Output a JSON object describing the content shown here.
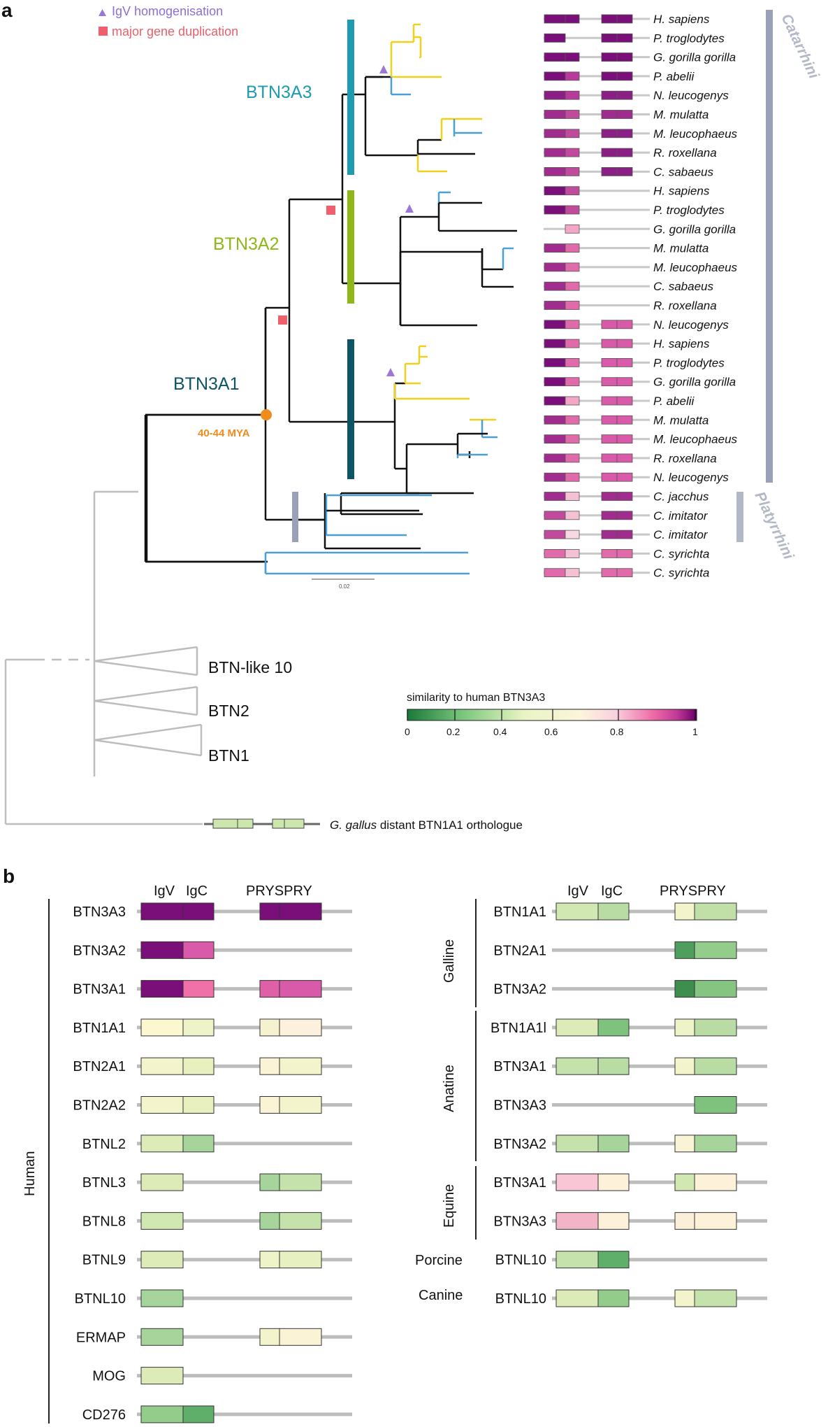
{
  "panel_a": {
    "label": "a",
    "legend": {
      "igv_homogenisation": "IgV homogenisation",
      "major_gene_duplication": "major gene duplication",
      "symbol_colors": {
        "triangle": "#9b77d8",
        "square": "#f0606c"
      }
    },
    "clade_labels": {
      "btn3a3": "BTN3A3",
      "btn3a2": "BTN3A2",
      "btn3a1": "BTN3A1"
    },
    "node_date": "40-44 MYA",
    "scale_bar": "0.02",
    "group_labels": {
      "catarrhini": "Catarrhini",
      "platyrrhini": "Platyrrhini"
    },
    "outgroups": {
      "btn_like_10": "BTN-like 10",
      "btn2": "BTN2",
      "btn1": "BTN1"
    },
    "chicken": {
      "species": "G. gallus",
      "text": "distant BTN1A1 orthologue"
    },
    "color_scale": {
      "title": "similarity to human BTN3A3",
      "ticks": [
        "0",
        "0.2",
        "0.4",
        "0.6",
        "0.8",
        "1"
      ],
      "stops": [
        "#1a7a3a",
        "#7fc97f",
        "#e8f4c4",
        "#fdf5dc",
        "#f9d0de",
        "#ee6aa7",
        "#c13b97",
        "#6b006b"
      ]
    },
    "species": [
      "H. sapiens",
      "P. troglodytes",
      "G. gorilla gorilla",
      "P. abelii",
      "N. leucogenys",
      "M. mulatta",
      "M. leucophaeus",
      "R. roxellana",
      "C. sabaeus",
      "H. sapiens",
      "P. troglodytes",
      "G. gorilla gorilla",
      "M. mulatta",
      "M. leucophaeus",
      "C. sabaeus",
      "R. roxellana",
      "N. leucogenys",
      "H. sapiens",
      "P. troglodytes",
      "G. gorilla gorilla",
      "P. abelii",
      "M. mulatta",
      "M. leucophaeus",
      "R. roxellana",
      "N. leucogenys",
      "C. jacchus",
      "C. imitator",
      "C. imitator",
      "C. syrichta",
      "C. syrichta"
    ],
    "domains": [
      [
        "#7a0f7a",
        "#7a0f7a",
        "#7a0f7a",
        "#7a0f7a"
      ],
      [
        "#7a0f7a",
        null,
        "#7a0f7a",
        "#7a0f7a"
      ],
      [
        "#7a0f7a",
        "#7a0f7a",
        "#7a0f7a",
        "#7a0f7a"
      ],
      [
        "#7a0f7a",
        "#b83a9a",
        "#7a0f7a",
        "#7a0f7a"
      ],
      [
        "#8a1f86",
        "#b83a9a",
        "#8a1f86",
        "#8a1f86"
      ],
      [
        "#a02d8e",
        "#c04a9c",
        "#a02d8e",
        "#a02d8e"
      ],
      [
        "#a02d8e",
        "#c04a9c",
        "#8a1f86",
        "#8a1f86"
      ],
      [
        "#a02d8e",
        "#c04a9c",
        "#8a1f86",
        "#8a1f86"
      ],
      [
        "#a02d8e",
        "#c04a9c",
        "#8a1f86",
        "#8a1f86"
      ],
      [
        "#7a0f7a",
        "#c04a9c",
        null,
        null
      ],
      [
        "#7a0f7a",
        "#c04a9c",
        null,
        null
      ],
      [
        null,
        "#f4a6c6",
        null,
        null
      ],
      [
        "#a02d8e",
        "#e06aaa",
        null,
        null
      ],
      [
        "#a02d8e",
        "#e06aaa",
        null,
        null
      ],
      [
        "#a02d8e",
        "#e06aaa",
        null,
        null
      ],
      [
        "#a02d8e",
        "#e06aaa",
        null,
        null
      ],
      [
        "#7a0f7a",
        "#e06aaa",
        "#d85aa8",
        "#d85aa8"
      ],
      [
        "#7a0f7a",
        "#e06aaa",
        "#d85aa8",
        "#d85aa8"
      ],
      [
        "#7a0f7a",
        "#e06aaa",
        "#d85aa8",
        "#d85aa8"
      ],
      [
        "#7a0f7a",
        "#e06aaa",
        "#d85aa8",
        "#d85aa8"
      ],
      [
        "#7a0f7a",
        "#f4a6c6",
        "#d85aa8",
        "#d85aa8"
      ],
      [
        "#a02d8e",
        "#e06aaa",
        "#d85aa8",
        "#d85aa8"
      ],
      [
        "#a02d8e",
        "#e06aaa",
        "#d85aa8",
        "#d85aa8"
      ],
      [
        "#a02d8e",
        "#e06aaa",
        "#d85aa8",
        "#d85aa8"
      ],
      [
        "#a02d8e",
        "#e06aaa",
        "#d85aa8",
        "#d85aa8"
      ],
      [
        "#a02d8e",
        "#f4c0d4",
        "#a02d8e",
        "#a02d8e"
      ],
      [
        "#c04a9c",
        "#f4c0d4",
        "#a02d8e",
        "#a02d8e"
      ],
      [
        "#c04a9c",
        "#f8d8e2",
        "#a02d8e",
        "#a02d8e"
      ],
      [
        "#e06aaa",
        "#f4c0d4",
        "#e06aaa",
        "#e06aaa"
      ],
      [
        "#e06aaa",
        "#f4c0d4",
        "#e06aaa",
        "#e06aaa"
      ]
    ]
  },
  "panel_b": {
    "label": "b",
    "headers": {
      "igv": "IgV",
      "igc": "IgC",
      "pryspry": "PRYSPRY"
    },
    "human": {
      "group": "Human",
      "rows": [
        {
          "name": "BTN3A3",
          "d": [
            "#7a0f7a",
            "#7a0f7a",
            "#7a0f7a",
            "#7a0f7a"
          ]
        },
        {
          "name": "BTN3A2",
          "d": [
            "#7a0f7a",
            "#d85aa8",
            null,
            null
          ]
        },
        {
          "name": "BTN3A1",
          "d": [
            "#7a0f7a",
            "#f070a8",
            "#e060a8",
            "#d85aa8"
          ]
        },
        {
          "name": "BTN1A1",
          "d": [
            "#fbf7cf",
            "#eef4c8",
            "#f6f2d0",
            "#fdf0dc"
          ]
        },
        {
          "name": "BTN2A1",
          "d": [
            "#f4f4cc",
            "#e8f0c0",
            "#fbf3d6",
            "#f4f4cc"
          ]
        },
        {
          "name": "BTN2A2",
          "d": [
            "#f4f4cc",
            "#e8f0c0",
            "#fbf3d6",
            "#f4f4cc"
          ]
        },
        {
          "name": "BTNL2",
          "d": [
            "#dcebb8",
            "#a6d49a",
            null,
            null
          ]
        },
        {
          "name": "BTNL3",
          "d": [
            "#dcebb8",
            null,
            "#a6d49a",
            "#c6e2ac"
          ]
        },
        {
          "name": "BTNL8",
          "d": [
            "#d2e8b2",
            null,
            "#a6d49a",
            "#c6e2ac"
          ]
        },
        {
          "name": "BTNL9",
          "d": [
            "#dcebb8",
            null,
            "#eef4c8",
            "#e6f0c0"
          ]
        },
        {
          "name": "BTNL10",
          "d": [
            "#a6d49a",
            null,
            null,
            null
          ]
        },
        {
          "name": "ERMAP",
          "d": [
            "#a6d49a",
            null,
            "#f4f4cc",
            "#fbf3d6"
          ]
        },
        {
          "name": "MOG",
          "d": [
            "#dcebb8",
            null,
            null,
            null
          ]
        },
        {
          "name": "CD276",
          "d": [
            "#94cc8c",
            "#5fae6a",
            null,
            null
          ]
        }
      ]
    },
    "others": {
      "rows": [
        {
          "name": "BTN1A1",
          "d": [
            "#d2e8b2",
            "#b8dca4",
            "#f4f4cc",
            "#c0e0a8"
          ]
        },
        {
          "name": "BTN2A1",
          "d": [
            null,
            null,
            "#4e9e5e",
            "#94cc8c"
          ]
        },
        {
          "name": "BTN3A2",
          "d": [
            null,
            null,
            "#3e8e50",
            "#86c482"
          ]
        },
        {
          "name": "BTN1A1l",
          "d": [
            "#dcebb8",
            "#7fc27e",
            "#eef4c8",
            "#b8dca4"
          ]
        },
        {
          "name": "BTN3A1",
          "d": [
            "#c6e2ac",
            "#b8dca4",
            "#f4f4cc",
            "#b8dca4"
          ]
        },
        {
          "name": "BTN3A3",
          "d": [
            null,
            null,
            null,
            "#7fc27e"
          ]
        },
        {
          "name": "BTN3A2",
          "d": [
            "#c6e2ac",
            "#a6d49a",
            "#fbf3d6",
            "#a6d49a"
          ]
        },
        {
          "name": "BTN3A1",
          "d": [
            "#f8c6d4",
            "#fdf1d9",
            "#d2e8b2",
            "#fdf1d9"
          ]
        },
        {
          "name": "BTN3A3",
          "d": [
            "#f4b4c8",
            "#fdf1d9",
            "#fbefd9",
            "#fdf1d9"
          ]
        },
        {
          "name": "BTNL10",
          "d": [
            "#c6e2ac",
            "#5fae6a",
            null,
            null
          ]
        },
        {
          "name": "BTNL10",
          "d": [
            "#dcebb8",
            "#94cc8c",
            "#f4f4cc",
            "#c6e2ac"
          ]
        }
      ],
      "groups": {
        "galline": "Galline",
        "anatine": "Anatine",
        "equine": "Equine"
      },
      "single": {
        "porcine": "Porcine",
        "canine": "Canine"
      }
    }
  }
}
